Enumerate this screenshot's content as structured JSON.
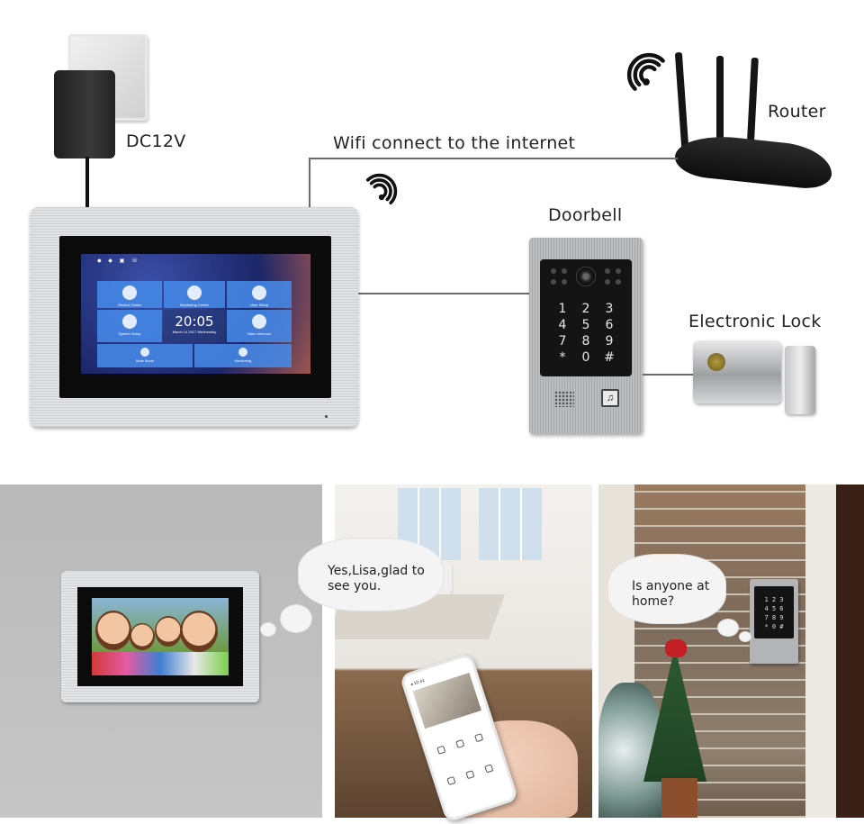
{
  "labels": {
    "power": "DC12V",
    "wifi_link": "Wifi connect to the internet",
    "router": "Router",
    "doorbell": "Doorbell",
    "lock": "Electronic Lock"
  },
  "monitor_screen": {
    "clock": "20:05",
    "date": "March 14 2017  Wednesday",
    "tiles": [
      "Record Center",
      "Monitoring Center",
      "User Setup",
      "System Setup",
      "Video Intercom",
      "Mute Mode",
      "Monitoring"
    ]
  },
  "keypad": {
    "keys": [
      "1",
      "2",
      "3",
      "4",
      "5",
      "6",
      "7",
      "8",
      "9",
      "*",
      "0",
      "#"
    ]
  },
  "bubbles": {
    "phone_user": "Yes,Lisa,glad to see you.",
    "visitor": "Is anyone at home?"
  },
  "colors": {
    "line": "#6b6b6b",
    "tile": "#468ceb",
    "bubble": "#f4f4f4"
  },
  "icons": [
    "wall-socket-icon",
    "power-adapter-icon",
    "wifi-icon",
    "router-icon",
    "doorbell-icon",
    "lock-icon",
    "bell-icon"
  ]
}
